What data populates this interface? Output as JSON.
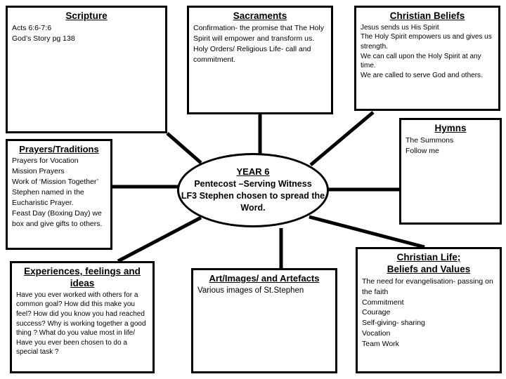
{
  "document": {
    "type": "topic-web-mind-map",
    "page_background": "#ffffff",
    "line_color": "#000000"
  },
  "centre": {
    "name": "year-6-topic-centre",
    "title": "YEAR 6",
    "line1": "Pentecost –Serving Witness",
    "line2": "LF3 Stephen chosen to spread the Word."
  },
  "boxes": {
    "scripture": {
      "title": "Scripture",
      "body": "Acts 6:6-7:6\nGod’s Story pg 138"
    },
    "sacraments": {
      "title": "Sacraments",
      "body": "Confirmation- the promise that The Holy Spirit will empower and transform us.\nHoly Orders/ Religious Life- call and commitment."
    },
    "christian_beliefs": {
      "title": "Christian Beliefs",
      "body": "Jesus sends us His Spirit\nThe Holy Spirit empowers us and gives us strength.\nWe can call upon the Holy Spirit at any time.\nWe are called to serve God and others."
    },
    "hymns": {
      "title": "Hymns",
      "body": "The Summons\nFollow me"
    },
    "prayers_traditions": {
      "title": "Prayers/Traditions",
      "body": "Prayers for Vocation\nMission Prayers\nWork of ‘Mission Together’\nStephen named in the Eucharistic Prayer.\nFeast Day (Boxing Day) we box and give gifts to others."
    },
    "experiences": {
      "title": "Experiences, feelings and ideas",
      "body": "Have you ever worked with others for a common goal? How did this make you feel? How did you know you had reached success? Why is working together a good thing ? What do you value most in life/ Have you ever been chosen to do  a special task ?"
    },
    "art_images": {
      "title": "Art/Images/ and Artefacts",
      "body": "Various images of St.Stephen"
    },
    "christian_life": {
      "title": "Christian Life;\nBeliefs and Values",
      "body": "The need for evangelisation- passing on the faith\nCommitment\nCourage\nSelf-giving- sharing\nVocation\nTeam Work"
    }
  }
}
